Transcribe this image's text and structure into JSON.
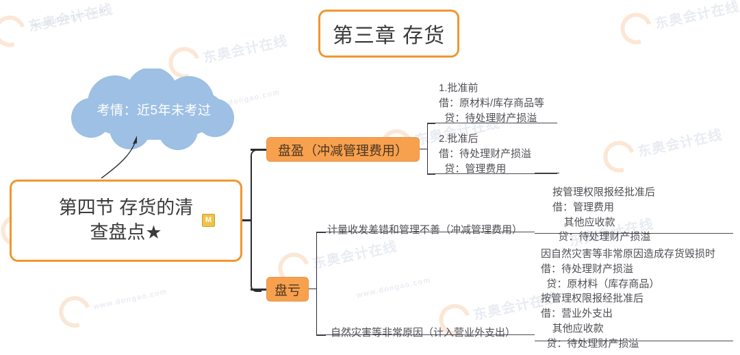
{
  "page": {
    "title": "第三章 存货",
    "watermark_text": "东奥会计在线",
    "watermark_url": "www.dongao.com"
  },
  "root": {
    "label": "第四节 存货的清\n查盘点★",
    "badge": "M",
    "badge_icon": "m-badge-icon"
  },
  "cloud": {
    "label": "考情：近5年未考过"
  },
  "branches": [
    {
      "key": "surplus",
      "label": "盘盈（冲减管理费用）",
      "children": [
        {
          "key": "before-approval",
          "lines": "1.批准前\n借：原材料/库存商品等\n  贷：待处理财产损溢"
        },
        {
          "key": "after-approval",
          "lines": "2.批准后\n借：待处理财产损溢\n  贷：管理费用"
        }
      ]
    },
    {
      "key": "loss",
      "label": "盘亏",
      "children": [
        {
          "key": "measurement-error",
          "label": "计量收发差错和管理不善（冲减管理费用）",
          "lines": "按管理权限报经批准后\n借：管理费用\n    其他应收款\n  贷：待处理财产损溢"
        },
        {
          "key": "natural-disaster",
          "label": "自然灾害等非常原因（计入营业外支出）",
          "lines": "因自然灾害等非常原因造成存货毁损时\n借：待处理财产损溢\n  贷：原材料（库存商品）\n按管理权限报经批准后\n借：营业外支出\n    其他应收款\n  贷：待处理财产损溢"
        }
      ]
    }
  ],
  "colors": {
    "accent": "#f0962e",
    "node_fill": "#f7a14f",
    "cloud": "#9dc0e4",
    "connector": "#2b2b33",
    "badge": "#efc24a"
  }
}
